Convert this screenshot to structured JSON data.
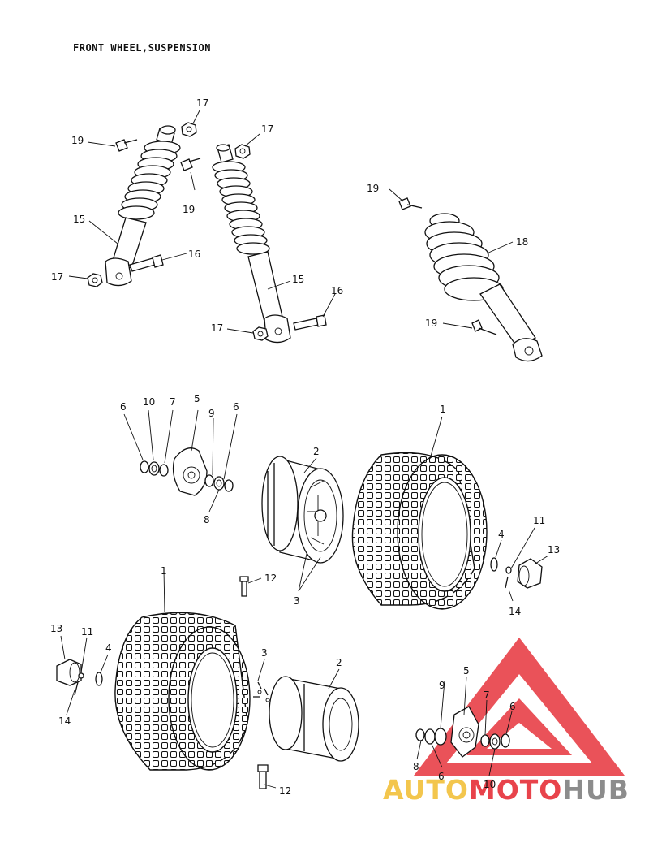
{
  "title": "FRONT WHEEL,SUSPENSION",
  "callouts": {
    "c1a": "1",
    "c1b": "1",
    "c2a": "2",
    "c2b": "2",
    "c3a": "3",
    "c3b": "3",
    "c4a": "4",
    "c4b": "4",
    "c5a": "5",
    "c5b": "5",
    "c6a": "6",
    "c6b": "6",
    "c6c": "6",
    "c6d": "6",
    "c7a": "7",
    "c7b": "7",
    "c8a": "8",
    "c8b": "8",
    "c9a": "9",
    "c9b": "9",
    "c10a": "10",
    "c10b": "10",
    "c11a": "11",
    "c11b": "11",
    "c12a": "12",
    "c12b": "12",
    "c13a": "13",
    "c13b": "13",
    "c14a": "14",
    "c14b": "14",
    "c15a": "15",
    "c15b": "15",
    "c16a": "16",
    "c16b": "16",
    "c17a": "17",
    "c17b": "17",
    "c17c": "17",
    "c17d": "17",
    "c18": "18",
    "c19a": "19",
    "c19b": "19",
    "c19c": "19",
    "c19d": "19"
  },
  "watermark": {
    "part1": "AUTO",
    "part2": "MOTO",
    "part3": "HUB",
    "color_auto": "#f3c64d",
    "color_moto": "#e8434b",
    "color_hub": "#8c8c8c"
  }
}
